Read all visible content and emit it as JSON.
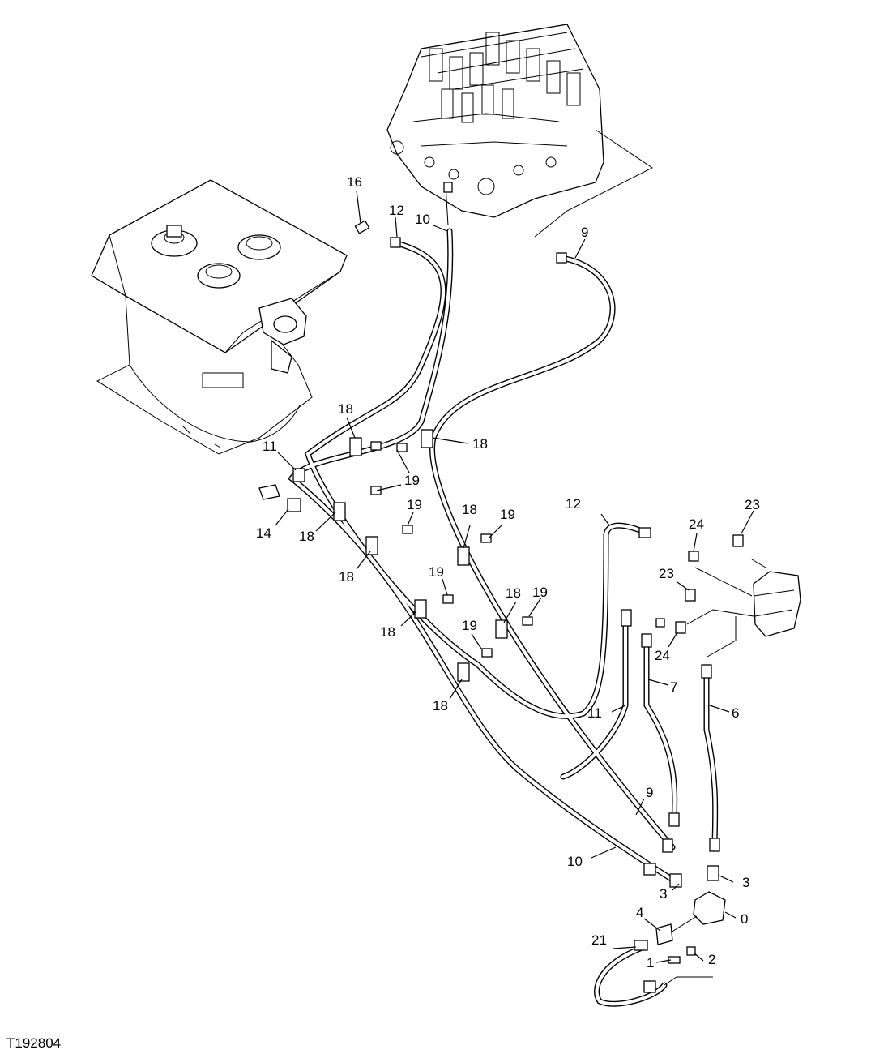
{
  "figure_id": "T192804",
  "callouts": [
    {
      "id": "c16",
      "text": "16"
    },
    {
      "id": "c12a",
      "text": "12"
    },
    {
      "id": "c10a",
      "text": "10"
    },
    {
      "id": "c9a",
      "text": "9"
    },
    {
      "id": "c18a",
      "text": "18"
    },
    {
      "id": "c18b",
      "text": "18"
    },
    {
      "id": "c11a",
      "text": "11"
    },
    {
      "id": "c19a",
      "text": "19"
    },
    {
      "id": "c14",
      "text": "14"
    },
    {
      "id": "c18c",
      "text": "18"
    },
    {
      "id": "c19b",
      "text": "19"
    },
    {
      "id": "c18d",
      "text": "18"
    },
    {
      "id": "c18e",
      "text": "18"
    },
    {
      "id": "c19c",
      "text": "19"
    },
    {
      "id": "c12b",
      "text": "12"
    },
    {
      "id": "c24a",
      "text": "24"
    },
    {
      "id": "c23a",
      "text": "23"
    },
    {
      "id": "c19d",
      "text": "19"
    },
    {
      "id": "c18f",
      "text": "18"
    },
    {
      "id": "c19e",
      "text": "19"
    },
    {
      "id": "c23b",
      "text": "23"
    },
    {
      "id": "c18g",
      "text": "18"
    },
    {
      "id": "c19f",
      "text": "19"
    },
    {
      "id": "c24b",
      "text": "24"
    },
    {
      "id": "c18h",
      "text": "18"
    },
    {
      "id": "c7",
      "text": "7"
    },
    {
      "id": "c11b",
      "text": "11"
    },
    {
      "id": "c6",
      "text": "6"
    },
    {
      "id": "c9b",
      "text": "9"
    },
    {
      "id": "c10b",
      "text": "10"
    },
    {
      "id": "c3a",
      "text": "3"
    },
    {
      "id": "c3b",
      "text": "3"
    },
    {
      "id": "c0",
      "text": "0"
    },
    {
      "id": "c4",
      "text": "4"
    },
    {
      "id": "c21",
      "text": "21"
    },
    {
      "id": "c1",
      "text": "1"
    },
    {
      "id": "c2",
      "text": "2"
    }
  ]
}
